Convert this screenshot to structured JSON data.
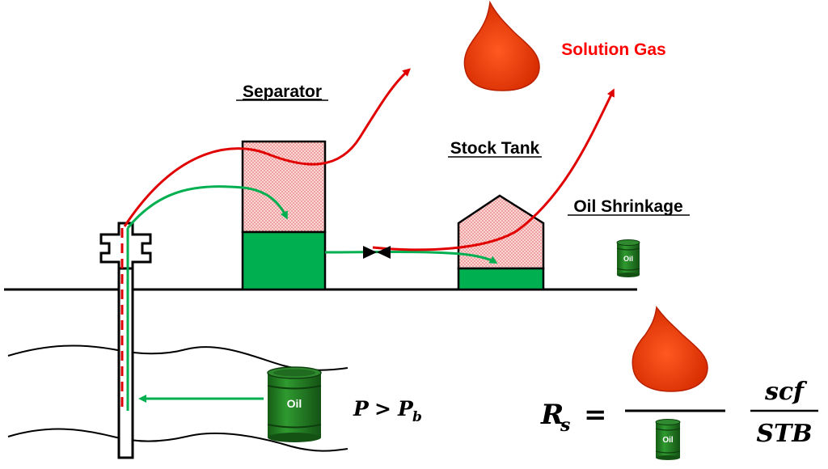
{
  "labels": {
    "separator": "Separator",
    "stock_tank": "Stock Tank",
    "solution_gas": "Solution Gas",
    "oil_shrinkage": "Oil Shrinkage"
  },
  "barrel_label": "Oil",
  "pressure": {
    "p": "P",
    "op": ">",
    "pb": "P",
    "pb_sub": "b"
  },
  "formula": {
    "r": "R",
    "r_sub": "s",
    "eq": "=",
    "units_num": "scf",
    "units_den": "STB"
  },
  "colors": {
    "gas_red": "#e00000",
    "oil_green": "#00b050",
    "barrel_green": "#1f7a1f",
    "gas_blob": "#e83a10",
    "text_red": "#ff0000"
  }
}
